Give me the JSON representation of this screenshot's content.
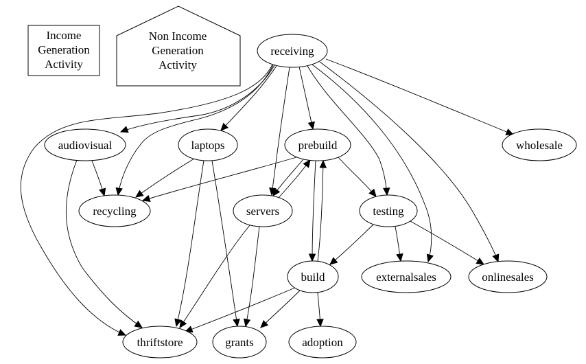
{
  "legend": {
    "income": {
      "lines": [
        "Income",
        "Generation",
        "Activity"
      ],
      "shape": "box"
    },
    "non_income": {
      "lines": [
        "Non Income",
        "Generation",
        "Activity"
      ],
      "shape": "house"
    }
  },
  "nodes": [
    {
      "id": "receiving",
      "label": "receiving"
    },
    {
      "id": "audiovisual",
      "label": "audiovisual"
    },
    {
      "id": "laptops",
      "label": "laptops"
    },
    {
      "id": "prebuild",
      "label": "prebuild"
    },
    {
      "id": "wholesale",
      "label": "wholesale"
    },
    {
      "id": "recycling",
      "label": "recycling"
    },
    {
      "id": "servers",
      "label": "servers"
    },
    {
      "id": "testing",
      "label": "testing"
    },
    {
      "id": "build",
      "label": "build"
    },
    {
      "id": "externalsales",
      "label": "externalsales"
    },
    {
      "id": "onlinesales",
      "label": "onlinesales"
    },
    {
      "id": "thriftstore",
      "label": "thriftstore"
    },
    {
      "id": "grants",
      "label": "grants"
    },
    {
      "id": "adoption",
      "label": "adoption"
    }
  ],
  "edges": [
    {
      "from": "receiving",
      "to": "audiovisual"
    },
    {
      "from": "receiving",
      "to": "laptops"
    },
    {
      "from": "receiving",
      "to": "prebuild"
    },
    {
      "from": "receiving",
      "to": "wholesale"
    },
    {
      "from": "receiving",
      "to": "recycling"
    },
    {
      "from": "receiving",
      "to": "servers"
    },
    {
      "from": "receiving",
      "to": "testing"
    },
    {
      "from": "receiving",
      "to": "externalsales"
    },
    {
      "from": "receiving",
      "to": "onlinesales"
    },
    {
      "from": "receiving",
      "to": "thriftstore"
    },
    {
      "from": "audiovisual",
      "to": "recycling"
    },
    {
      "from": "audiovisual",
      "to": "thriftstore"
    },
    {
      "from": "laptops",
      "to": "recycling"
    },
    {
      "from": "laptops",
      "to": "thriftstore"
    },
    {
      "from": "laptops",
      "to": "grants"
    },
    {
      "from": "prebuild",
      "to": "recycling"
    },
    {
      "from": "prebuild",
      "to": "servers"
    },
    {
      "from": "prebuild",
      "to": "testing"
    },
    {
      "from": "prebuild",
      "to": "build"
    },
    {
      "from": "servers",
      "to": "prebuild"
    },
    {
      "from": "servers",
      "to": "thriftstore"
    },
    {
      "from": "servers",
      "to": "grants"
    },
    {
      "from": "testing",
      "to": "build"
    },
    {
      "from": "testing",
      "to": "externalsales"
    },
    {
      "from": "testing",
      "to": "onlinesales"
    },
    {
      "from": "build",
      "to": "prebuild"
    },
    {
      "from": "build",
      "to": "thriftstore"
    },
    {
      "from": "build",
      "to": "grants"
    },
    {
      "from": "build",
      "to": "adoption"
    }
  ]
}
